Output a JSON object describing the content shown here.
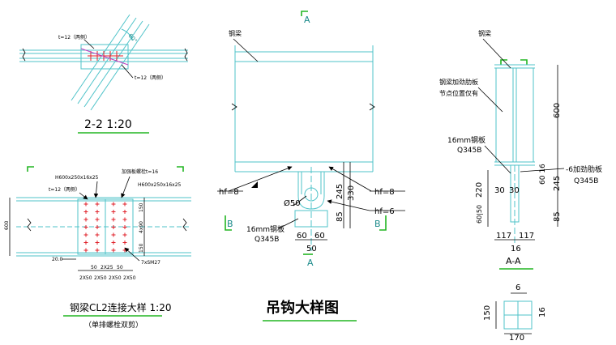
{
  "colors": {
    "steel": "#4fc3c9",
    "dim": "#000000",
    "section": "#22b522",
    "bolt": "#e0202a",
    "highlight": "#c040c0"
  },
  "title": "吊钩大样图",
  "section_markers": {
    "a_top": "A",
    "a_bottom": "A",
    "b_left": "B",
    "b_right": "B"
  },
  "detail22": {
    "title": "2-2   1:20",
    "plate_note_top": "t=12（两侧）",
    "plate_note_bottom": "t=12（两侧）",
    "angle": "60°"
  },
  "splice": {
    "title": "钢梁CL2连接大样  1:20",
    "subtitle": "（单排螺栓双剪）",
    "beam_left": "H600x250x16x25",
    "beam_right": "H600x250x16x25",
    "plate_note": "加强板螺栓t=16",
    "flange_plate": "t=12（两侧）",
    "bolts": "7xSM27",
    "dim_height": "600",
    "dim_v1": "150",
    "dim_v2": "4x90",
    "dim_v3": "150",
    "dim_50a": "50",
    "dim_2x25": "2X25",
    "dim_50b": "50",
    "dim_b1": "2X50",
    "dim_b2": "2X50",
    "dim_b3": "2X50",
    "dim_b4": "2X50",
    "small_label": "20.0"
  },
  "hook": {
    "beam_label": "钢梁",
    "hf_left": "hf=8",
    "hf_right_top": "hf=8",
    "hf_right_bottom": "hf=6",
    "hole": "Ø50",
    "plate_name": "16mm钢板",
    "plate_grade": "Q345B",
    "dim_60a": "60",
    "dim_60b": "60",
    "dim_50": "50",
    "dim_245": "245",
    "dim_330": "330",
    "dim_85": "85"
  },
  "section_aa": {
    "beam_label": "钢梁",
    "stiffener_line1": "钢梁加劲肋板",
    "stiffener_line2": "节点位置仅有",
    "plate_name": "16mm钢板",
    "plate_grade": "Q345B",
    "stiff_right": "-6加劲肋板",
    "stiff_grade": "Q345B",
    "dim_600": "600",
    "dim_220": "220",
    "dim_30a": "30",
    "dim_30b": "30",
    "dim_6016": "60 16",
    "dim_245": "245",
    "dim_6050": "60|50",
    "dim_85": "85",
    "dim_117a": "117",
    "dim_117b": "117",
    "dim_16": "16",
    "label": "A-A"
  },
  "stiffener_detail": {
    "dim_6": "6",
    "dim_150": "150",
    "dim_16": "16",
    "dim_170": "170"
  }
}
